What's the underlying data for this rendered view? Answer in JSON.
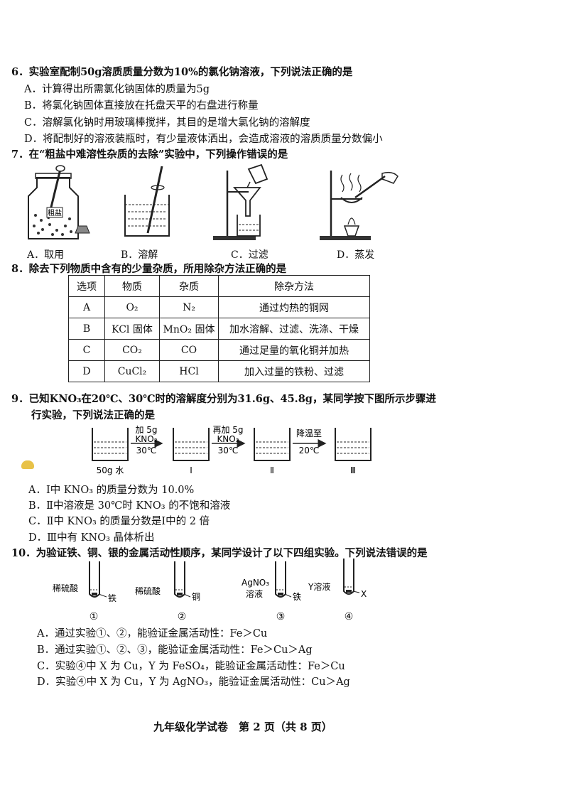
{
  "q6": {
    "stem": "6．实验室配制50g溶质质量分数为10%的氯化钠溶液，下列说法正确的是",
    "a": "A．计算得出所需氯化钠固体的质量为5g",
    "b": "B．将氯化钠固体直接放在托盘天平的右盘进行称量",
    "c": "C．溶解氯化钠时用玻璃棒搅拌，其目的是增大氯化钠的溶解度",
    "d": "D．将配制好的溶液装瓶时，有少量液体洒出，会造成溶液的溶质质量分数偏小"
  },
  "q7": {
    "stem": "7．在“粗盐中难溶性杂质的去除”实验中，下列操作错误的是",
    "jar_label": "粗盐",
    "a": "A．取用",
    "b": "B．溶解",
    "c": "C．过滤",
    "d": "D．蒸发"
  },
  "q8": {
    "stem": "8．除去下列物质中含有的少量杂质，所用除杂方法正确的是",
    "headers": [
      "选项",
      "物质",
      "杂质",
      "除杂方法"
    ],
    "rows": [
      [
        "A",
        "O₂",
        "N₂",
        "通过灼热的铜网"
      ],
      [
        "B",
        "KCl 固体",
        "MnO₂ 固体",
        "加水溶解、过滤、洗涤、干燥"
      ],
      [
        "C",
        "CO₂",
        "CO",
        "通过足量的氧化铜并加热"
      ],
      [
        "D",
        "CuCl₂",
        "HCl",
        "加入过量的铁粉、过滤"
      ]
    ]
  },
  "q9": {
    "stem1": "9．已知KNO₃在20℃、30℃时的溶解度分别为31.6g、45.8g，某同学按下图所示步骤进",
    "stem2": "行实验，下列说法正确的是",
    "arrow1_top": "加 5g",
    "arrow1_mid": "KNO₃",
    "arrow1_bot": "30℃",
    "arrow2_top": "再加 5g",
    "arrow2_mid": "KNO₃",
    "arrow2_bot": "30℃",
    "arrow3_top": "降温至",
    "arrow3_bot": "20℃",
    "beaker0": "50g 水",
    "beaker1": "Ⅰ",
    "beaker2": "Ⅱ",
    "beaker3": "Ⅲ",
    "a": "A．Ⅰ中 KNO₃ 的质量分数为 10.0%",
    "b": "B．Ⅱ中溶液是 30℃时 KNO₃ 的不饱和溶液",
    "c": "C．Ⅱ中 KNO₃ 的质量分数是Ⅰ中的 2 倍",
    "d": "D．Ⅲ中有 KNO₃ 晶体析出"
  },
  "q10": {
    "stem": "10．为验证铁、铜、银的金属活动性顺序，某同学设计了以下四组实验。下列说法错误的是",
    "t1_left": "稀硫酸",
    "t1_right": "铁",
    "t2_left": "稀硫酸",
    "t2_right": "铜",
    "t3_left_top": "AgNO₃",
    "t3_left_bot": "溶液",
    "t3_right": "铁",
    "t4_left": "Y溶液",
    "t4_right": "X",
    "n1": "①",
    "n2": "②",
    "n3": "③",
    "n4": "④",
    "a": "A．通过实验①、②，能验证金属活动性：Fe＞Cu",
    "b": "B．通过实验①、②、③，能验证金属活动性：Fe＞Cu＞Ag",
    "c": "C．实验④中 X 为 Cu，Y 为 FeSO₄，能验证金属活动性：Fe＞Cu",
    "d": "D．实验④中 X 为 Cu，Y 为 AgNO₃，能验证金属活动性：Cu＞Ag"
  },
  "footer": "九年级化学试卷　第 2 页（共 8 页）"
}
